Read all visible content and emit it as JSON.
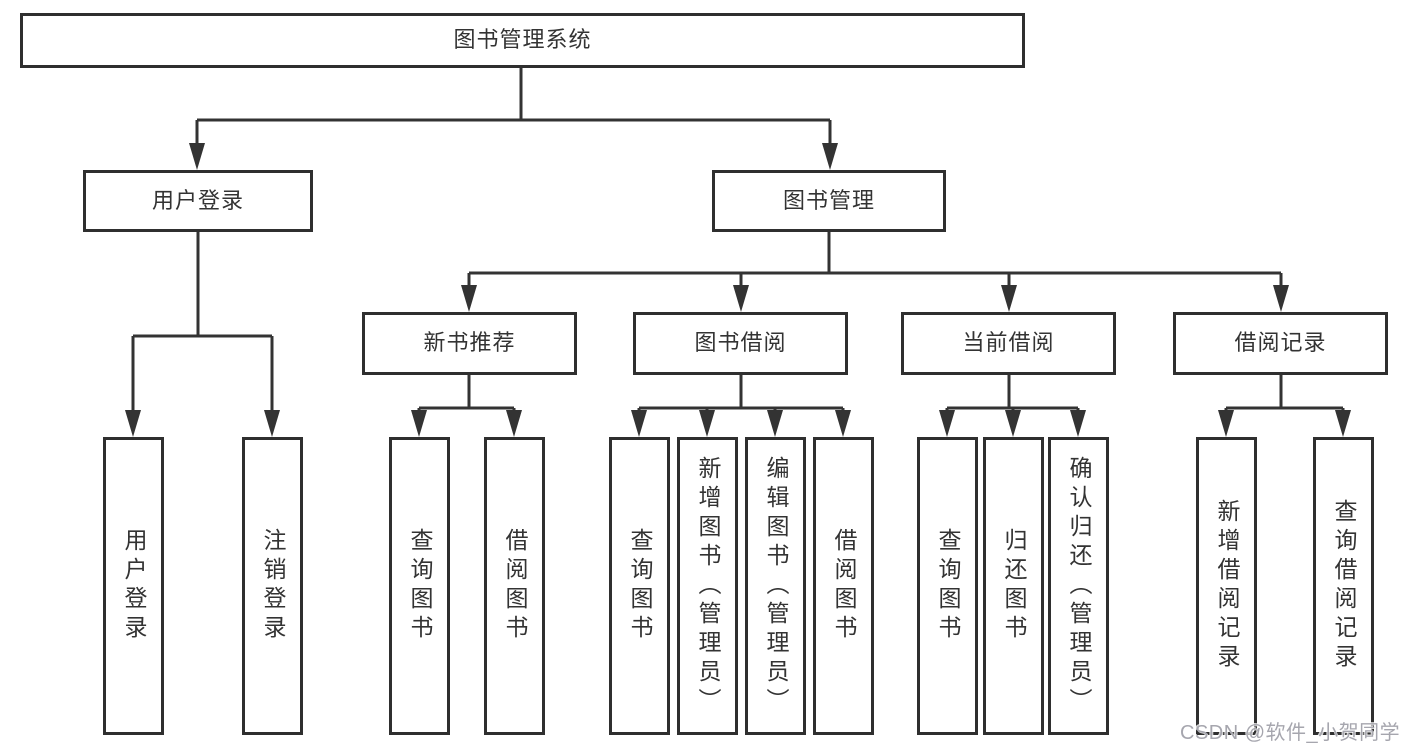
{
  "diagram": {
    "root": {
      "label": "图书管理系统"
    },
    "level1": [
      {
        "label": "用户登录",
        "parent": "图书管理系统"
      },
      {
        "label": "图书管理",
        "parent": "图书管理系统"
      }
    ],
    "level2": [
      {
        "label": "新书推荐",
        "parent": "图书管理"
      },
      {
        "label": "图书借阅",
        "parent": "图书管理"
      },
      {
        "label": "当前借阅",
        "parent": "图书管理"
      },
      {
        "label": "借阅记录",
        "parent": "图书管理"
      }
    ],
    "leaves": [
      {
        "label": "用户登录",
        "parent": "用户登录"
      },
      {
        "label": "注销登录",
        "parent": "用户登录"
      },
      {
        "label": "查询图书",
        "parent": "新书推荐"
      },
      {
        "label": "借阅图书",
        "parent": "新书推荐"
      },
      {
        "label": "查询图书",
        "parent": "图书借阅"
      },
      {
        "label": "新增图书（管理员）",
        "parent": "图书借阅"
      },
      {
        "label": "编辑图书（管理员）",
        "parent": "图书借阅"
      },
      {
        "label": "借阅图书",
        "parent": "图书借阅"
      },
      {
        "label": "查询图书",
        "parent": "当前借阅"
      },
      {
        "label": "归还图书",
        "parent": "当前借阅"
      },
      {
        "label": "确认归还（管理员）",
        "parent": "当前借阅"
      },
      {
        "label": "新增借阅记录",
        "parent": "借阅记录"
      },
      {
        "label": "查询借阅记录",
        "parent": "借阅记录"
      }
    ],
    "colors": {
      "line": "#333333",
      "box_border": "#2f2f2f",
      "text": "#333333",
      "background": "#ffffff",
      "watermark": "#a6a6ae"
    }
  },
  "watermark": {
    "text": "CSDN @软件_小贺同学"
  }
}
